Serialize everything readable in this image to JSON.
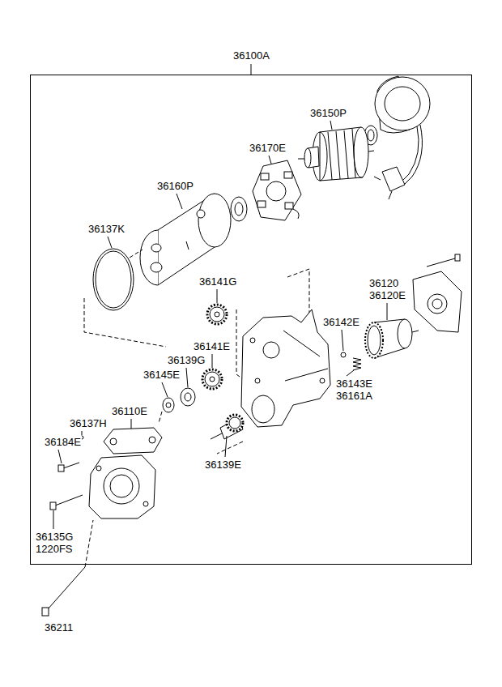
{
  "diagram": {
    "nodes": [
      {
        "text": [
          "36100A"
        ]
      }
    ],
    "labels": [
      "36150P",
      "36170E",
      "36160P",
      "36137K",
      "36141G",
      "36120",
      "36120E",
      "36142E",
      "36141E",
      "36139G",
      "36145E",
      "36143E",
      "36161A",
      "36110E",
      "36137H",
      "36184E",
      "36139E",
      "36135G",
      "1220FS",
      "36211"
    ]
  }
}
